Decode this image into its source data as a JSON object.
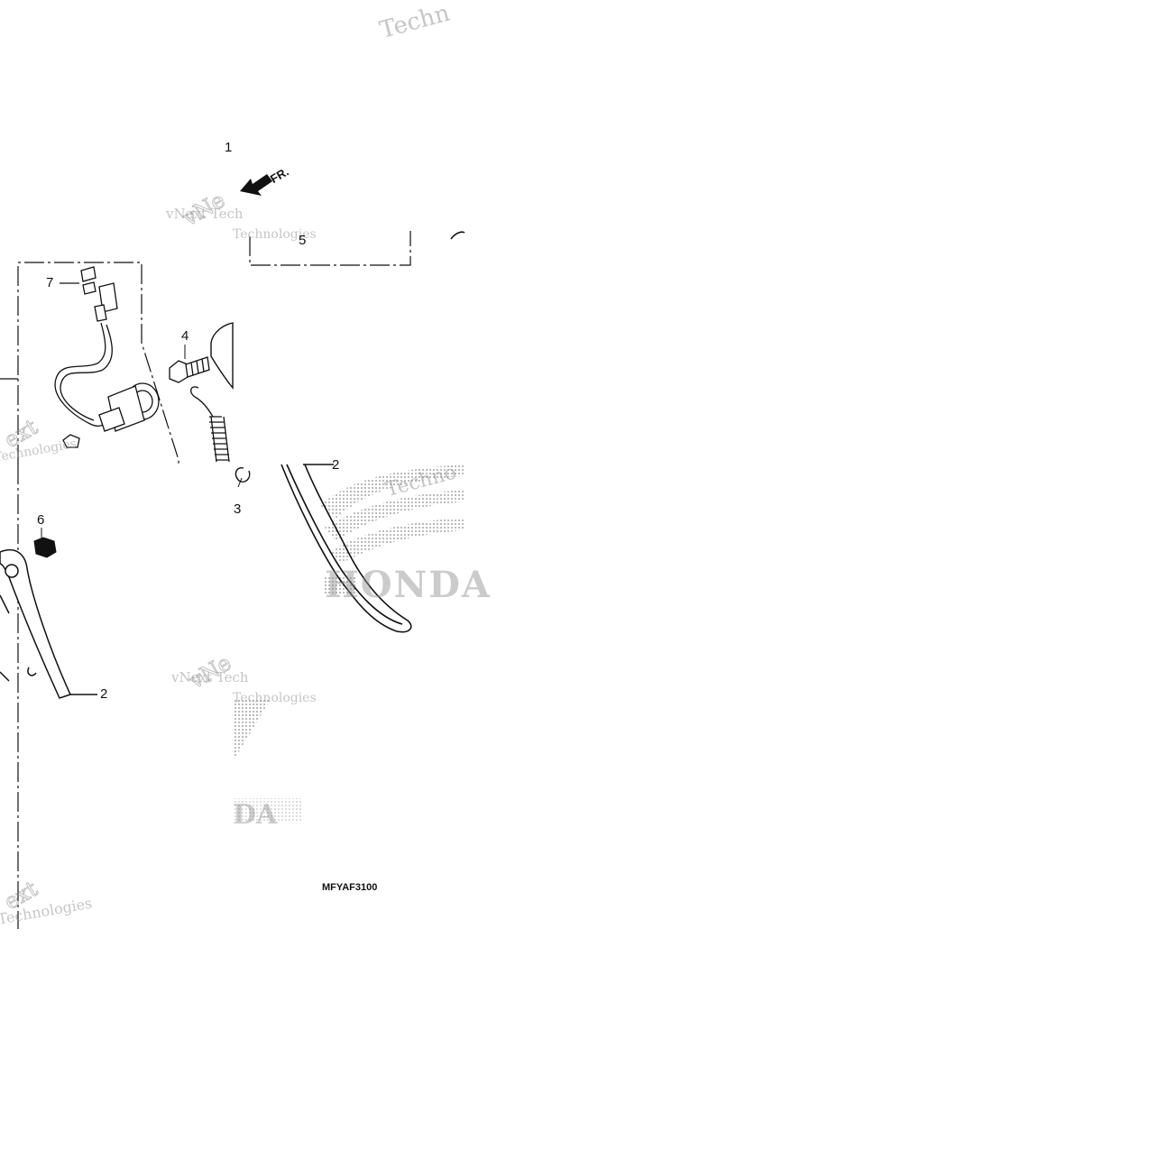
{
  "diagram": {
    "part_labels": [
      "1",
      "2",
      "2",
      "3",
      "4",
      "5",
      "6",
      "7"
    ],
    "direction_label": "FR.",
    "figure_code": "MFYAF3100"
  },
  "watermark": {
    "brand": "vNext",
    "name": "Technologies",
    "tech_fragment": "Techn",
    "tech_fragment2": "Techno",
    "tech_fragment3": "Tech",
    "ext_fragment": "ext",
    "ext_fragment2": "vNe",
    "honda": "HONDA",
    "da_fragment": "DA"
  },
  "colors": {
    "line": "#111111",
    "watermark": "#969696",
    "background": "#ffffff"
  }
}
